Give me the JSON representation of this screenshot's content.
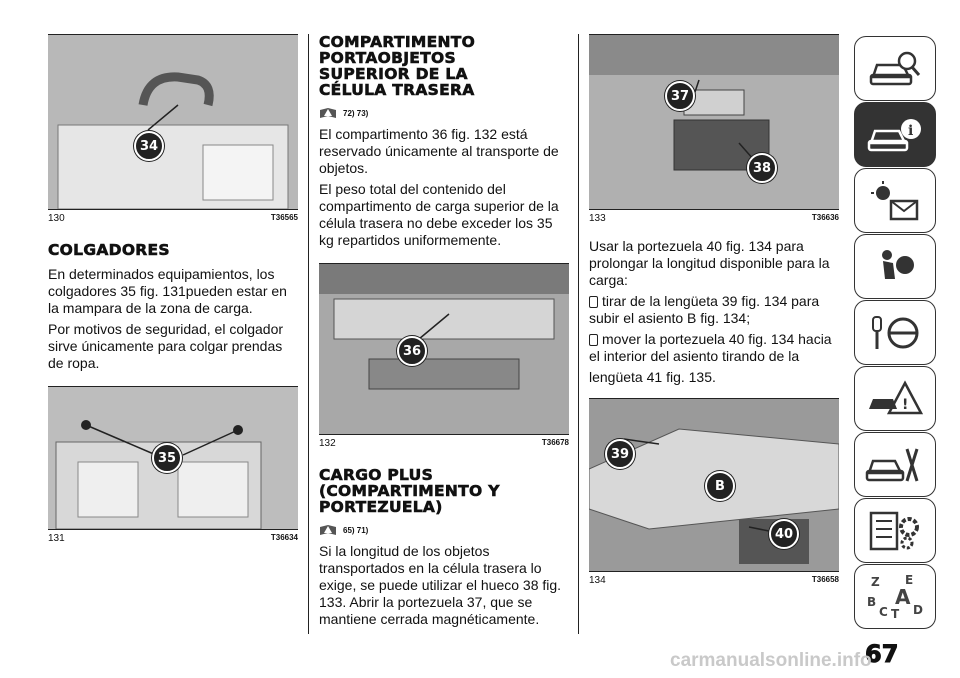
{
  "col1": {
    "fig130": {
      "num": "130",
      "code": "T36565",
      "callout": "34"
    },
    "heading": "COLGADORES",
    "paragraphs": [
      "En determinados equipamientos, los colgadores 35 fig. 131pueden estar en la mampara de la zona de carga.",
      "Por motivos de seguridad, el colgador sirve únicamente para colgar prendas de ropa."
    ],
    "fig131": {
      "num": "131",
      "code": "T36634",
      "callout": "35"
    }
  },
  "col2": {
    "heading1": [
      "COMPARTIMENTO",
      "PORTAOBJETOS",
      "SUPERIOR DE LA",
      "CÉLULA TRASERA"
    ],
    "warn1": "72) 73)",
    "paragraphs1": [
      "El compartimento 36 fig. 132 está reservado únicamente al transporte de objetos.",
      "El peso total del contenido del compartimento de carga superior de la célula trasera no debe exceder los 35 kg repartidos uniformemente."
    ],
    "fig132": {
      "num": "132",
      "code": "T36678",
      "callout": "36"
    },
    "heading2": [
      "CARGO PLUS",
      "(COMPARTIMENTO Y",
      "PORTEZUELA)"
    ],
    "warn2": "65) 71)",
    "paragraph2": "Si la longitud de los objetos transportados en la célula trasera lo exige, se puede utilizar el hueco 38 fig. 133. Abrir la portezuela 37, que se mantiene cerrada magnéticamente."
  },
  "col3": {
    "fig133": {
      "num": "133",
      "code": "T36636",
      "callout1": "37",
      "callout2": "38"
    },
    "paragraph": "Usar la portezuela 40 fig. 134 para prolongar la longitud disponible para la carga:",
    "items": [
      "tirar de la lengüeta 39 fig. 134 para",
      "subir el asiento B fig. 134;",
      "mover la portezuela 40 fig. 134 hacia",
      "el interior del asiento tirando de la",
      "lengüeta 41 fig. 135."
    ],
    "fig134": {
      "num": "134",
      "code": "T36658",
      "callout1": "39",
      "callout2": "B",
      "callout3": "40"
    }
  },
  "sidebar": {
    "tabs": [
      {
        "icon": "car-search-icon"
      },
      {
        "icon": "car-info-icon",
        "active": true
      },
      {
        "icon": "lights-mail-icon"
      },
      {
        "icon": "airbag-person-icon"
      },
      {
        "icon": "key-steering-icon"
      },
      {
        "icon": "car-warning-icon"
      },
      {
        "icon": "car-tools-icon"
      },
      {
        "icon": "specs-gear-icon"
      },
      {
        "icon": "index-letters-icon"
      }
    ],
    "index_letters": [
      "Z",
      "E",
      "B",
      "A",
      "C",
      "D",
      "T"
    ]
  },
  "page_number": "67",
  "footer": "carmanualsonline.info",
  "colors": {
    "accent": "#333333",
    "figure_bg": "#c9c9c9"
  }
}
